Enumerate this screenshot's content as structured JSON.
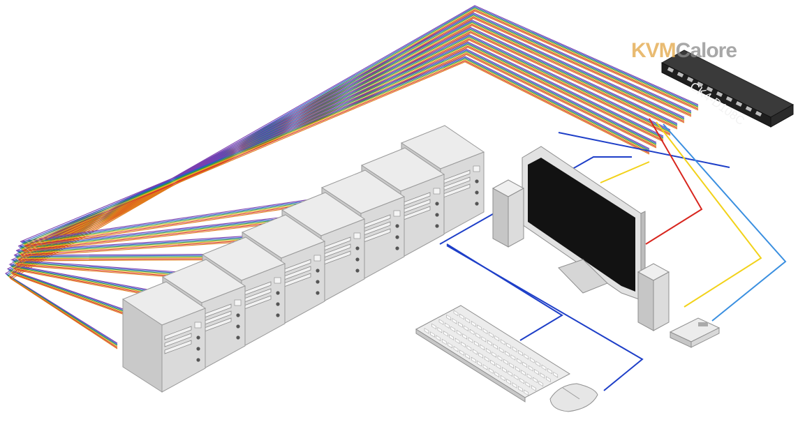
{
  "brand": {
    "part1": "KVM",
    "part2": "Calore"
  },
  "switch": {
    "label": "CK4-D108C"
  },
  "colors": {
    "bundle": [
      "#7a3fb0",
      "#2f57c9",
      "#2b9a4a",
      "#e3b31c",
      "#d8342b",
      "#e07a1b"
    ],
    "cable_blue": "#1e3fc8",
    "cable_red": "#d8261e",
    "cable_yellow": "#f2d21a",
    "cable_lightblue": "#3a8fe0",
    "case": "#d4d4d4"
  },
  "diagram": {
    "computers": 8,
    "peripherals": [
      "monitor",
      "speaker-left",
      "speaker-right",
      "keyboard",
      "mouse",
      "audio-device"
    ]
  }
}
